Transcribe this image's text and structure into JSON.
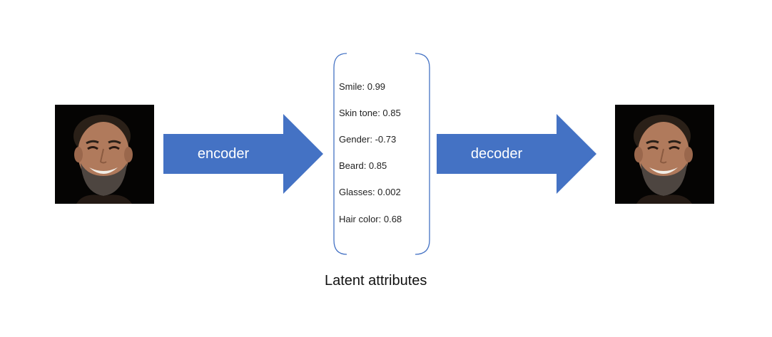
{
  "diagram": {
    "encoder_label": "encoder",
    "decoder_label": "decoder",
    "latent_caption": "Latent attributes",
    "attributes": [
      "Smile: 0.99",
      "Skin tone: 0.85",
      "Gender: -0.73",
      "Beard: 0.85",
      "Glasses: 0.002",
      "Hair color: 0.68"
    ],
    "colors": {
      "arrow": "#4472c4",
      "bracket": "#4472c4",
      "photo_background": "#050403"
    },
    "icons": {
      "input_image": "face-photo",
      "output_image": "face-photo"
    }
  }
}
